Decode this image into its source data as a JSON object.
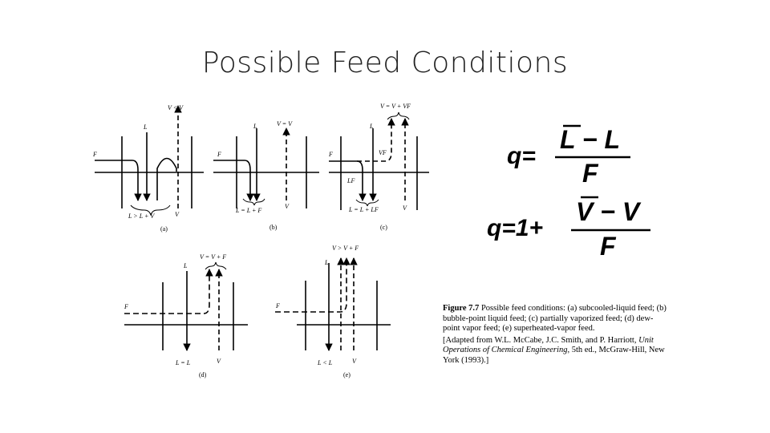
{
  "slide": {
    "title": "Possible Feed Conditions"
  },
  "figure": {
    "panels": [
      {
        "id": "a",
        "tag": "(a)",
        "top_label": "V < V",
        "left_label": "F",
        "down_label": "L",
        "bottom_left": "L > L + V",
        "bottom_right": "V"
      },
      {
        "id": "b",
        "tag": "(b)",
        "top_label": "V = V",
        "left_label": "F",
        "down_label": "L",
        "bottom_left": "L = L + F",
        "bottom_right": "V"
      },
      {
        "id": "c",
        "tag": "(c)",
        "top_label": "V = V + VF",
        "left_label": "F",
        "down_label": "L",
        "vf_label": "VF",
        "lf_label": "LF",
        "bottom_left": "L = L + LF",
        "bottom_right": "V"
      },
      {
        "id": "d",
        "tag": "(d)",
        "top_label": "V = V + F",
        "left_label": "F",
        "down_label": "L",
        "bottom_left": "L = L",
        "bottom_right": "V"
      },
      {
        "id": "e",
        "tag": "(e)",
        "top_label": "V > V + F",
        "left_label": "F",
        "down_label": "L",
        "bottom_left": "L < L",
        "bottom_right": "V"
      }
    ]
  },
  "equations": {
    "q1": {
      "lhs": "q=",
      "num": "L − L",
      "den": "F"
    },
    "q2": {
      "lhs": "q=1+",
      "num": "V − V",
      "den": "F"
    }
  },
  "caption": {
    "heading": "Figure 7.7",
    "text": "Possible feed conditions: (a) subcooled-liquid feed; (b) bubble-point liquid feed; (c) partially vaporized feed; (d) dew-point vapor feed; (e) superheated-vapor feed.",
    "source_pre": "[Adapted from W.L. McCabe, J.C. Smith, and P. Harriott,",
    "source_book": "Unit Operations of Chemical Engineering,",
    "source_post": "5th ed., McGraw-Hill, New York (1993).]"
  }
}
